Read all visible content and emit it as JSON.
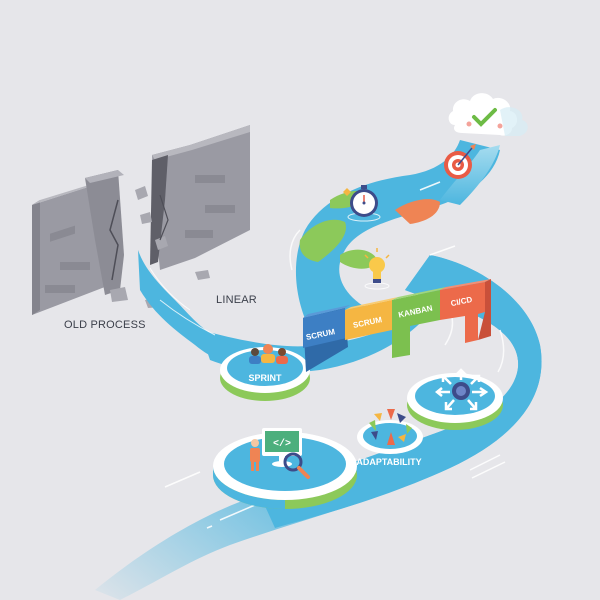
{
  "illustration": {
    "theme": "Agile transformation journey",
    "background_color": "#e6e6ea"
  },
  "wall": {
    "label": "OLD PROCESS",
    "color_front": "#9a9aa3",
    "color_side": "#7d7d87",
    "color_top": "#b4b4bc"
  },
  "stream_start": {
    "label": "LINEAR"
  },
  "river": {
    "color": "#4db6df",
    "color_light": "#7fd0ee",
    "edge_color": "#8cc95a"
  },
  "blocks": [
    {
      "label": "SCRUM",
      "color": "#3d7fc4"
    },
    {
      "label": "SCRUM",
      "color": "#f5b642"
    },
    {
      "label": "KANBAN",
      "color": "#7cc04f"
    },
    {
      "label": "CI/CD",
      "color": "#ec6a4a"
    }
  ],
  "platforms": {
    "sprint": {
      "label": "SPRINT",
      "icon": "team-icon"
    },
    "dev": {
      "label": "",
      "icon": "code-monitor-icon"
    },
    "adaptability": {
      "label": "ADAPTABILITY",
      "icon": "cycle-arrows-icon"
    },
    "scaling": {
      "label": "",
      "icon": "expand-arrows-icon"
    }
  },
  "floating_icons": [
    {
      "name": "stopwatch-icon"
    },
    {
      "name": "lightbulb-icon"
    },
    {
      "name": "target-icon"
    },
    {
      "name": "cloud-check-icon"
    }
  ],
  "colors": {
    "accent_green": "#8cc95a",
    "accent_orange": "#ef8454",
    "accent_red": "#e95b45",
    "navy": "#3d4c8a"
  }
}
